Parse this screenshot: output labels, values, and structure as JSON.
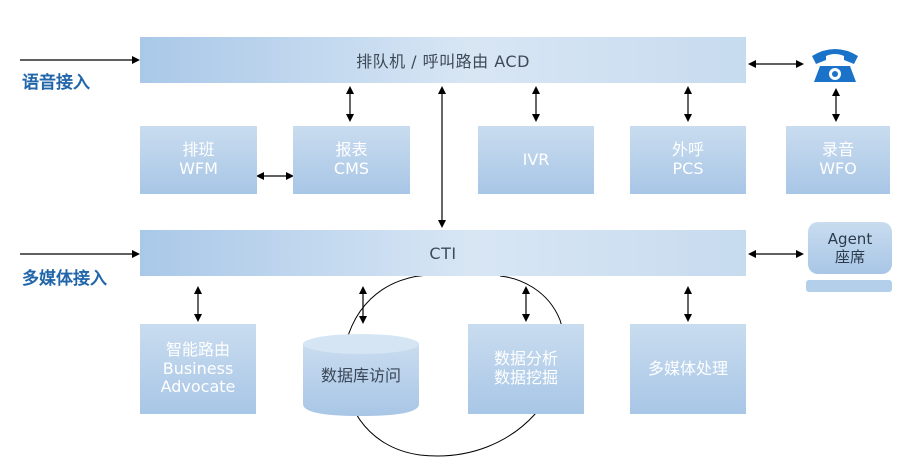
{
  "left_labels": {
    "voice": "语音接入",
    "multimedia": "多媒体接入"
  },
  "top_bar": {
    "label": "排队机 / 呼叫路由 ACD"
  },
  "cti_bar": {
    "label": "CTI"
  },
  "row1": [
    {
      "line1": "排班",
      "line2": "WFM"
    },
    {
      "line1": "报表",
      "line2": "CMS"
    },
    {
      "line1": "IVR",
      "line2": ""
    },
    {
      "line1": "外呼",
      "line2": "PCS"
    },
    {
      "line1": "录音",
      "line2": "WFO"
    }
  ],
  "row2": [
    {
      "line1": "智能路由",
      "line2": "Business",
      "line3": "Advocate"
    },
    {
      "line1": "数据库访问"
    },
    {
      "line1": "数据分析",
      "line2": "数据挖掘"
    },
    {
      "line1": "多媒体处理"
    }
  ],
  "agent": {
    "line1": "Agent",
    "line2": "座席"
  },
  "colors": {
    "box": "#a8c6e6",
    "label": "#2266aa",
    "arrow": "#000000",
    "phone": "#1a73c8"
  },
  "icons": {
    "phone": "telephone-icon"
  }
}
